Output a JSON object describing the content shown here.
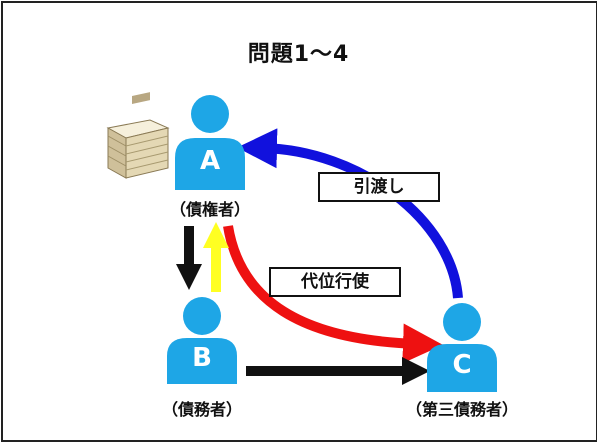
{
  "title": "問題1〜4",
  "people": {
    "a": {
      "letter": "A",
      "role": "（債権者）"
    },
    "b": {
      "letter": "B",
      "role": "（債務者）"
    },
    "c": {
      "letter": "C",
      "role": "（第三債務者）"
    }
  },
  "labels": {
    "handover": "引渡し",
    "subrogation": "代位行使"
  },
  "colors": {
    "person": "#1ea6e6",
    "blue_arrow": "#1111dd",
    "red_arrow": "#ee1111",
    "yellow_arrow": "#ffff22",
    "black_arrow": "#111111"
  },
  "icons": {
    "money": "banknote-stack-icon"
  }
}
